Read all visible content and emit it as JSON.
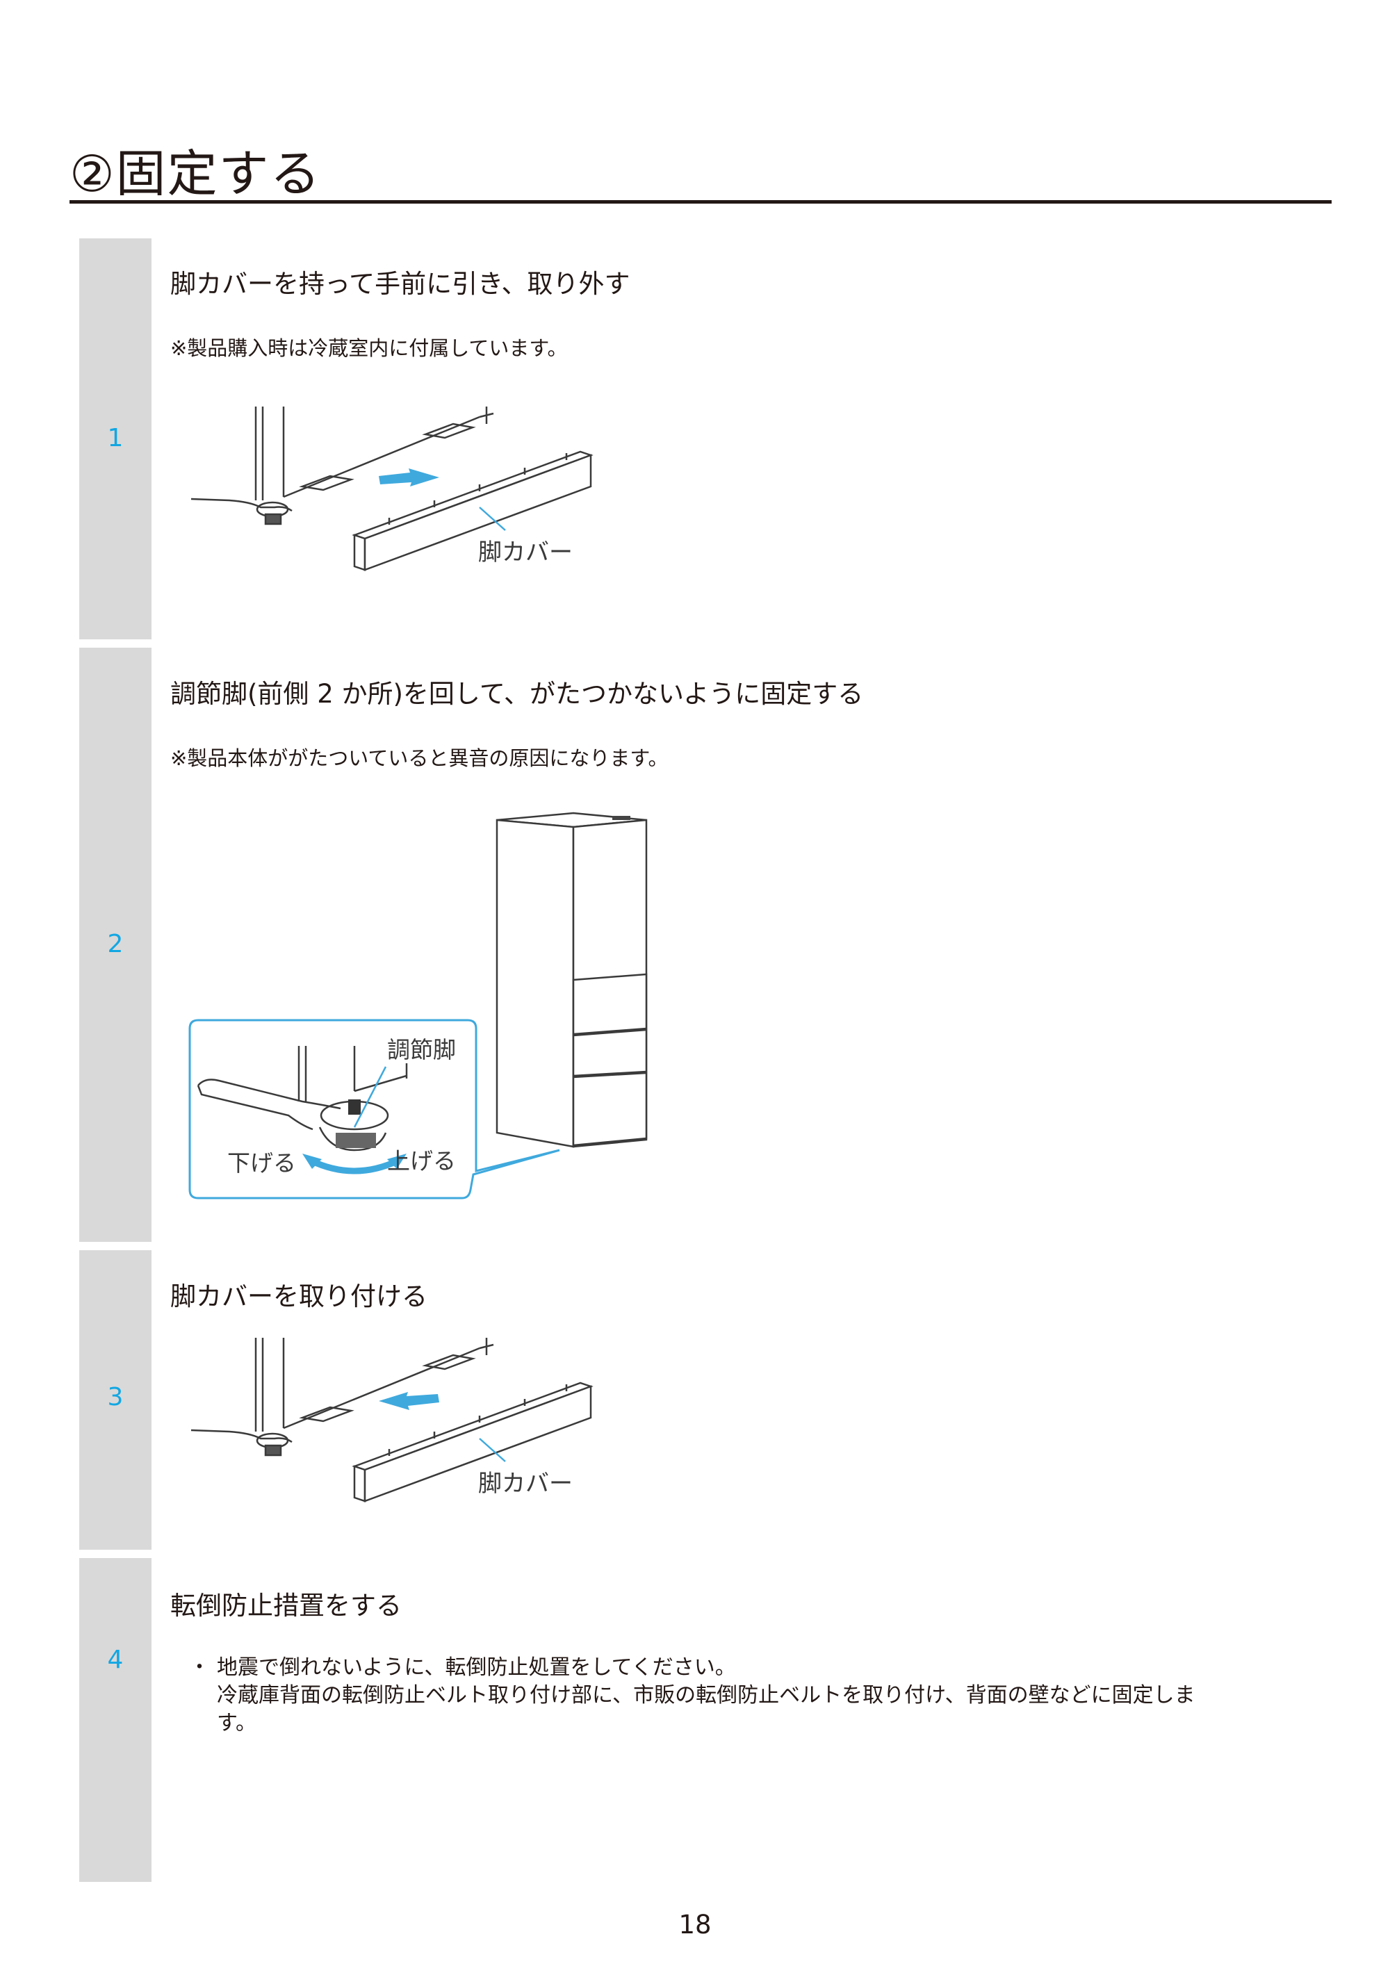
{
  "page": {
    "title": "②固定する",
    "page_number": "18"
  },
  "steps": [
    {
      "number": "1",
      "heading": "脚カバーを持って手前に引き、取り外す",
      "note": "※製品購入時は冷蔵室内に付属しています。",
      "callout": "脚カバー"
    },
    {
      "number": "2",
      "heading": "調節脚(前側 2 か所)を回して、がたつかないように固定する",
      "note": "※製品本体ががたついていると異音の原因になります。",
      "callout": "調節脚",
      "lower_label": "下げる",
      "raise_label": "上げる"
    },
    {
      "number": "3",
      "heading": "脚カバーを取り付ける",
      "callout": "脚カバー"
    },
    {
      "number": "4",
      "heading": "転倒防止措置をする",
      "bullet": "・",
      "body": [
        "地震で倒れないように、転倒防止処置をしてください。",
        "冷蔵庫背面の転倒防止ベルト取り付け部に、市販の転倒防止ベルトを取り付け、背面の壁などに固定しま",
        "す。"
      ]
    }
  ],
  "colors": {
    "accent": "#12a7e3",
    "step_bar": "#d9d9d9",
    "text": "#231815"
  }
}
